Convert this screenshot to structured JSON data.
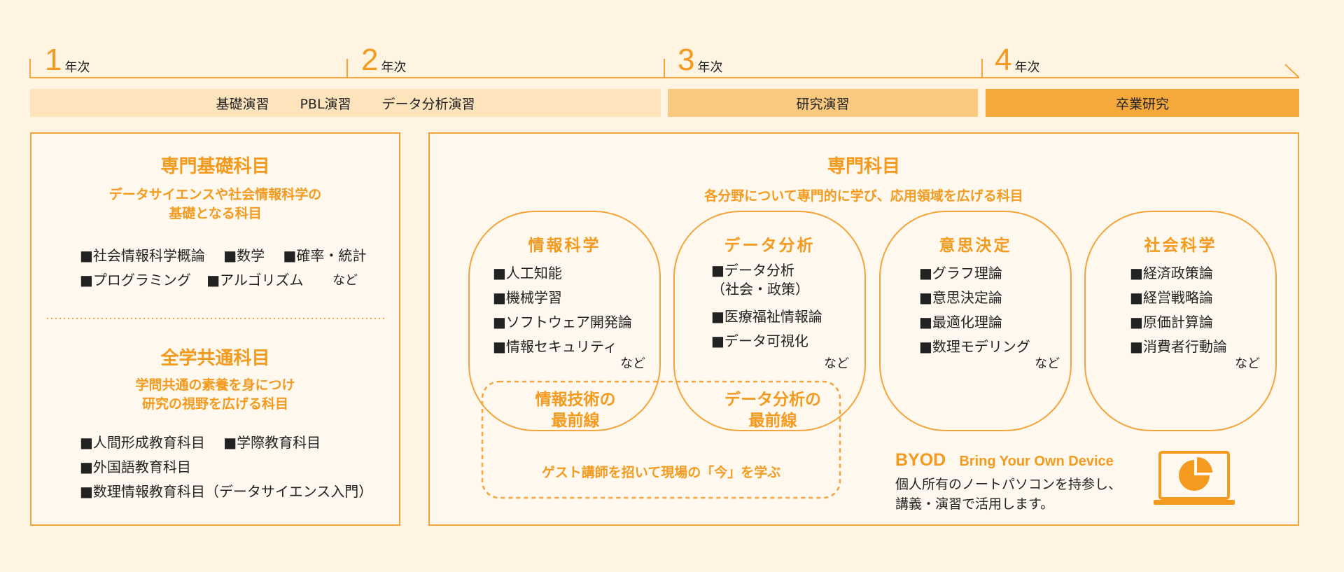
{
  "timeline": {
    "years": [
      {
        "num": "1",
        "label": "年次"
      },
      {
        "num": "2",
        "label": "年次"
      },
      {
        "num": "3",
        "label": "年次"
      },
      {
        "num": "4",
        "label": "年次"
      }
    ]
  },
  "bands": {
    "b1": [
      "基礎演習",
      "PBL演習",
      "データ分析演習"
    ],
    "b2": "研究演習",
    "b3": "卒業研究"
  },
  "left": {
    "basic": {
      "title": "専門基礎科目",
      "subtitle1": "データサイエンスや社会情報科学の",
      "subtitle2": "基礎となる科目",
      "row1": [
        "■社会情報科学概論",
        "■数学",
        "■確率・統計"
      ],
      "row2": [
        "■プログラミング",
        "■アルゴリズム"
      ],
      "etc": "など"
    },
    "common": {
      "title": "全学共通科目",
      "subtitle1": "学問共通の素養を身につけ",
      "subtitle2": "研究の視野を広げる科目",
      "row1": [
        "■人間形成教育科目",
        "■学際教育科目"
      ],
      "row2": "■外国語教育科目",
      "row3": "■数理情報教育科目（データサイエンス入門）"
    }
  },
  "right": {
    "title": "専門科目",
    "subtitle": "各分野について専門的に学び、応用領域を広げる科目",
    "circles": [
      {
        "title": "情報科学",
        "items": [
          "■人工知能",
          "■機械学習",
          "■ソフトウェア開発論",
          "■情報セキュリティ"
        ],
        "etc": "など"
      },
      {
        "title": "データ分析",
        "items": [
          "■データ分析",
          "（社会・政策）",
          "■医療福祉情報論",
          "■データ可視化"
        ],
        "etc": "など"
      },
      {
        "title": "意思決定",
        "items": [
          "■グラフ理論",
          "■意思決定論",
          "■最適化理論",
          "■数理モデリング"
        ],
        "etc": "など"
      },
      {
        "title": "社会科学",
        "items": [
          "■経済政策論",
          "■経営戦略論",
          "■原価計算論",
          "■消費者行動論"
        ],
        "etc": "など"
      }
    ],
    "frontier1": [
      "情報技術の",
      "最前線"
    ],
    "frontier2": [
      "データ分析の",
      "最前線"
    ],
    "guest": "ゲスト講師を招いて現場の「今」を学ぶ",
    "byod": {
      "abbr": "BYOD",
      "full": "Bring Your Own Device",
      "line1": "個人所有のノートパソコンを持参し、",
      "line2": "講義・演習で活用します。"
    }
  },
  "colors": {
    "accent": "#f39a1f",
    "band1": "#fde4bd",
    "band2": "#f8c97f",
    "band3": "#f5a93a",
    "bg": "#fff4e2"
  }
}
